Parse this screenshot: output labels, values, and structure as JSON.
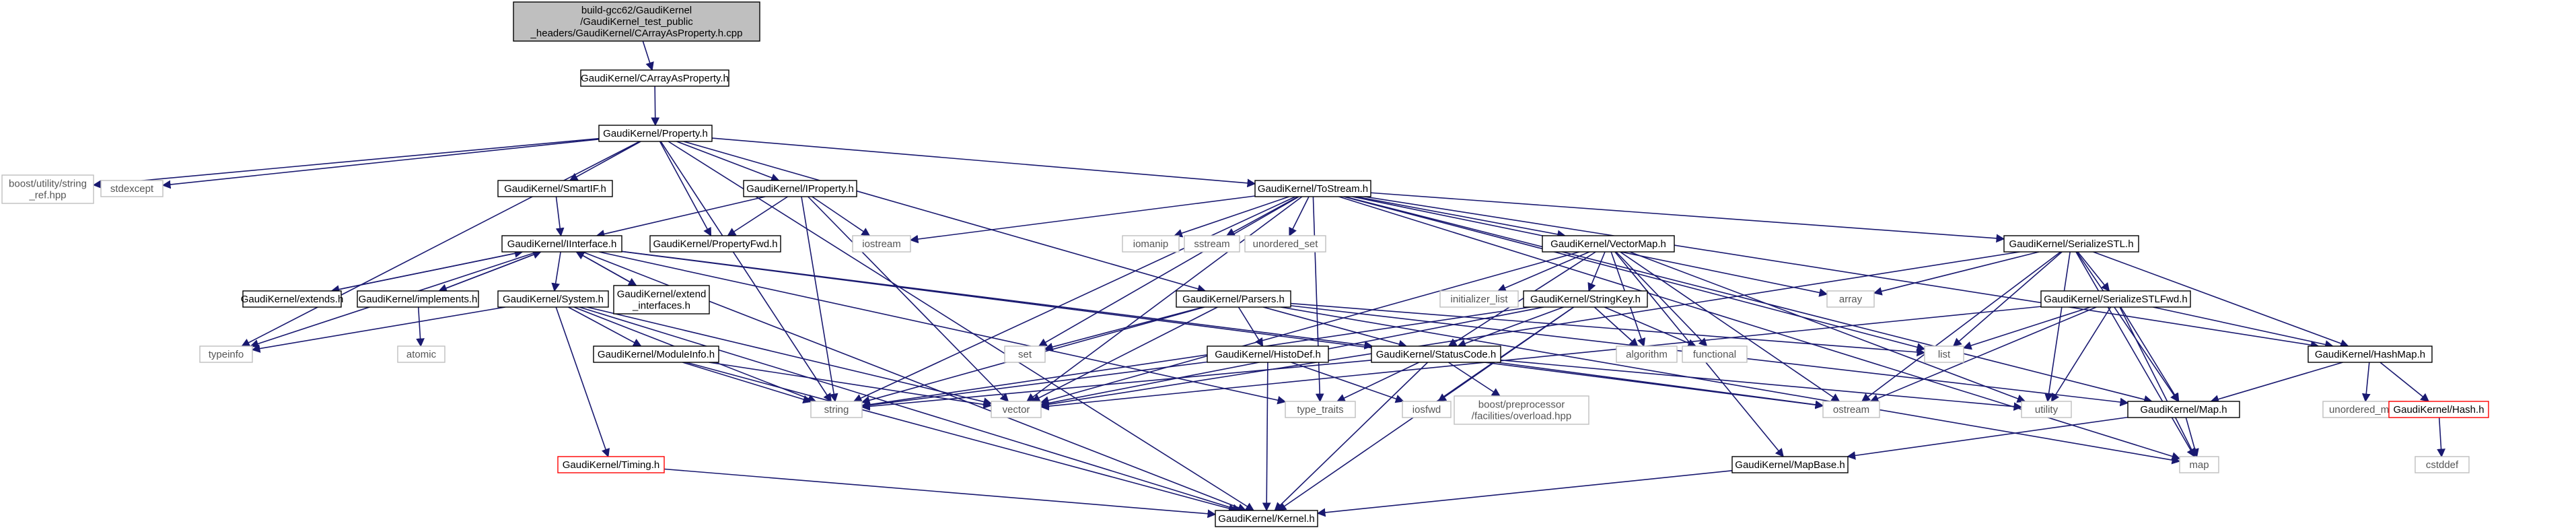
{
  "root": {
    "lines": [
      "build-gcc62/GaudiKernel",
      "/GaudiKernel_test_public",
      "_headers/GaudiKernel/CArrayAsProperty.h.cpp"
    ]
  },
  "nodes": {
    "carray": "GaudiKernel/CArrayAsProperty.h",
    "property": "GaudiKernel/Property.h",
    "boost_string_ref": [
      "boost/utility/string",
      "_ref.hpp"
    ],
    "stdexcept": "stdexcept",
    "smartif": "GaudiKernel/SmartIF.h",
    "iproperty": "GaudiKernel/IProperty.h",
    "tostream": "GaudiKernel/ToStream.h",
    "iinterface": "GaudiKernel/IInterface.h",
    "propertyfwd": "GaudiKernel/PropertyFwd.h",
    "iostream": "iostream",
    "iomanip": "iomanip",
    "sstream": "sstream",
    "unordered_set": "unordered_set",
    "vectormap": "GaudiKernel/VectorMap.h",
    "serializestl": "GaudiKernel/SerializeSTL.h",
    "extends": "GaudiKernel/extends.h",
    "implements": "GaudiKernel/implements.h",
    "system": "GaudiKernel/System.h",
    "extend_interfaces": [
      "GaudiKernel/extend",
      "_interfaces.h"
    ],
    "parsers": "GaudiKernel/Parsers.h",
    "initializer_list": "initializer_list",
    "stringkey": "GaudiKernel/StringKey.h",
    "array": "array",
    "serializestlfwd": "GaudiKernel/SerializeSTLFwd.h",
    "typeinfo": "typeinfo",
    "atomic": "atomic",
    "moduleinfo": "GaudiKernel/ModuleInfo.h",
    "set": "set",
    "histodef": "GaudiKernel/HistoDef.h",
    "statuscode": "GaudiKernel/StatusCode.h",
    "algorithm": "algorithm",
    "functional": "functional",
    "list": "list",
    "hashmap": "GaudiKernel/HashMap.h",
    "string": "string",
    "vector": "vector",
    "type_traits": "type_traits",
    "iosfwd": "iosfwd",
    "boost_overload": [
      "boost/preprocessor",
      "/facilities/overload.hpp"
    ],
    "ostream": "ostream",
    "utility": "utility",
    "map_h": "GaudiKernel/Map.h",
    "unordered_map": "unordered_map",
    "hash_h": "GaudiKernel/Hash.h",
    "timing": "GaudiKernel/Timing.h",
    "mapbase": "GaudiKernel/MapBase.h",
    "map": "map",
    "cstddef": "cstddef",
    "kernel": "GaudiKernel/Kernel.h"
  },
  "colors": {
    "edge": "#191970",
    "root_fill": "#bfbfbf",
    "box_border": "#000000",
    "std_border": "#bfbfbf",
    "missing_border": "#ff0000"
  }
}
